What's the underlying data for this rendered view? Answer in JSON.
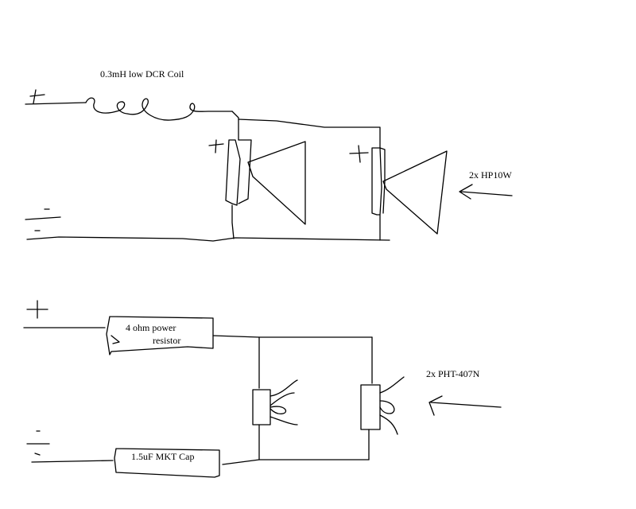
{
  "labels": {
    "coil": "0.3mH low DCR Coil",
    "woofers": "2x HP10W",
    "resistor_line1": "4 ohm power",
    "resistor_line2": "resistor",
    "tweeters": "2x PHT-407N",
    "cap": "1.5uF MKT Cap"
  },
  "colors": {
    "stroke": "#000000",
    "background": "#ffffff"
  }
}
